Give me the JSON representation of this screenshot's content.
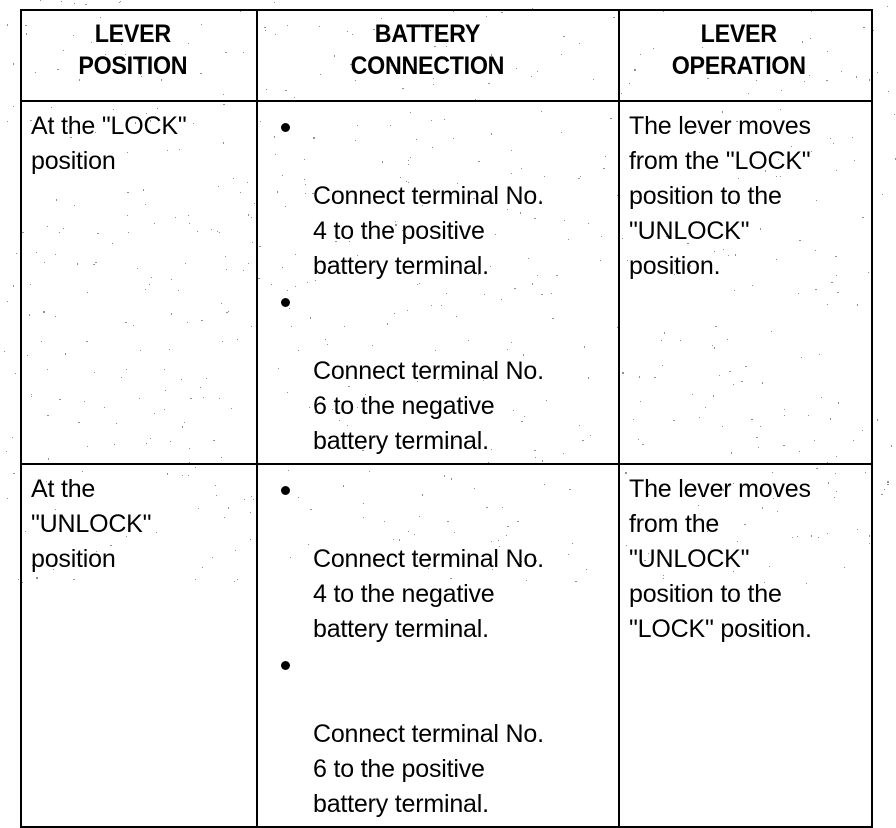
{
  "document": {
    "type": "scanned-table",
    "background_color": "#ffffff",
    "text_color": "#000000"
  },
  "table": {
    "headers": [
      {
        "id": "lever-position",
        "label": "LEVER\nPOSITION"
      },
      {
        "id": "battery-connection",
        "label": "BATTERY\nCONNECTION"
      },
      {
        "id": "lever-operation",
        "label": "LEVER\nOPERATION"
      }
    ],
    "rows": [
      {
        "id": "row-lock",
        "lever_position": "At the \"LOCK\"\nposition",
        "battery_connection": [
          "Connect terminal No.\n4 to the positive\nbattery terminal.",
          "Connect terminal No.\n6 to the negative\nbattery terminal."
        ],
        "lever_operation": "The lever moves\nfrom the \"LOCK\"\nposition to the\n\"UNLOCK\"\nposition."
      },
      {
        "id": "row-unlock",
        "lever_position": "At the\n\"UNLOCK\"\nposition",
        "battery_connection": [
          "Connect terminal No.\n4 to the negative\nbattery terminal.",
          "Connect terminal No.\n6 to the positive\nbattery terminal."
        ],
        "lever_operation": "The lever moves\nfrom the\n\"UNLOCK\"\nposition to the\n\"LOCK\" position."
      }
    ]
  }
}
